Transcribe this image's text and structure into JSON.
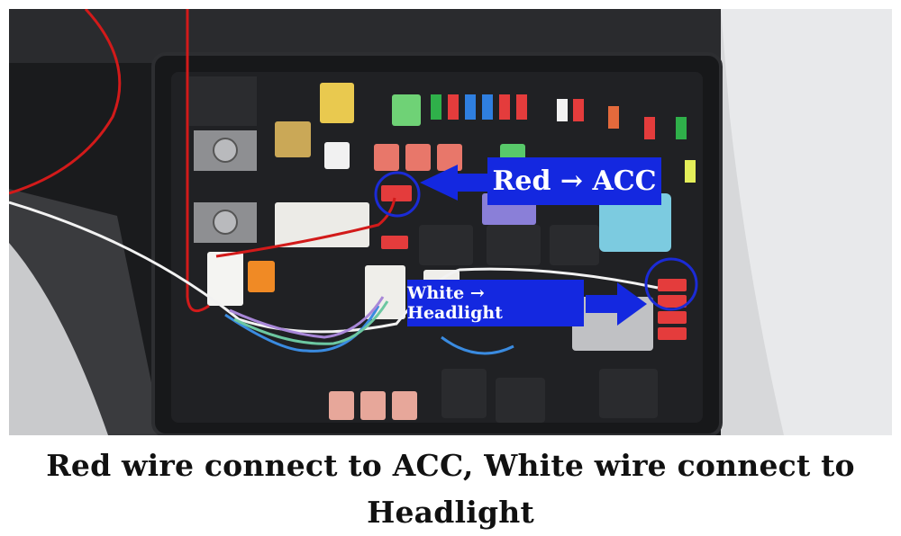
{
  "callouts": {
    "red": "Red → ACC",
    "white": "White → Headlight"
  },
  "caption": "Red wire connect to ACC, White wire connect to Headlight",
  "colors": {
    "arrow_blue": "#1428e0",
    "red_wire": "#d21a1a",
    "white_wire": "#f2f2f2",
    "highlight_circle": "#1b2bd6"
  }
}
